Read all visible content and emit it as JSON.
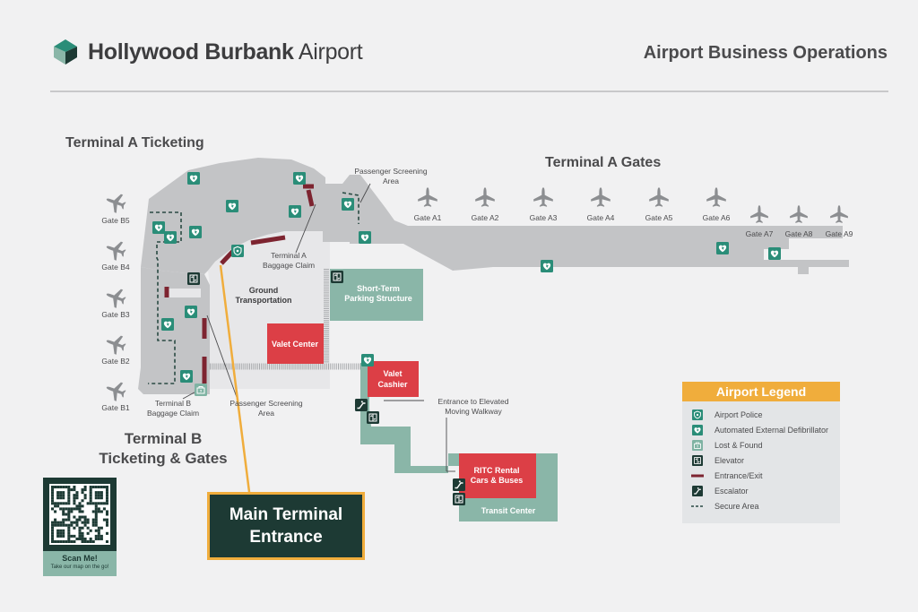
{
  "header": {
    "logo_name_bold": "Hollywood Burbank",
    "logo_name_light": "Airport",
    "title": "Airport Business Operations"
  },
  "map": {
    "terminal_a_ticketing": "Terminal A Ticketing",
    "terminal_a_gates": "Terminal A Gates",
    "terminal_b_line1": "Terminal B",
    "terminal_b_line2": "Ticketing & Gates",
    "gates_a": [
      "Gate A1",
      "Gate A2",
      "Gate A3",
      "Gate A4",
      "Gate A5",
      "Gate A6",
      "Gate A7",
      "Gate A8",
      "Gate A9"
    ],
    "gates_b": [
      "Gate B5",
      "Gate B4",
      "Gate B3",
      "Gate B2",
      "Gate B1"
    ],
    "screening_a_line1": "Passenger Screening",
    "screening_a_line2": "Area",
    "baggage_a_line1": "Terminal A",
    "baggage_a_line2": "Baggage Claim",
    "ground_line1": "Ground",
    "ground_line2": "Transportation",
    "parking_line1": "Short-Term",
    "parking_line2": "Parking Structure",
    "valet_center": "Valet Center",
    "valet_cashier_line1": "Valet",
    "valet_cashier_line2": "Cashier",
    "walkway_line1": "Entrance to Elevated",
    "walkway_line2": "Moving Walkway",
    "baggage_b_line1": "Terminal B",
    "baggage_b_line2": "Baggage Claim",
    "screening_b_line1": "Passenger Screening",
    "screening_b_line2": "Area",
    "ritc_line1": "RITC Rental",
    "ritc_line2": "Cars & Buses",
    "transit_center": "Transit Center",
    "main_entrance_line1": "Main Terminal",
    "main_entrance_line2": "Entrance"
  },
  "legend": {
    "title": "Airport Legend",
    "items": [
      {
        "label": "Airport Police",
        "icon": "police-badge-icon"
      },
      {
        "label": "Automated External Defibrillator",
        "icon": "aed-heart-icon"
      },
      {
        "label": "Lost & Found",
        "icon": "lost-found-icon"
      },
      {
        "label": "Elevator",
        "icon": "elevator-icon"
      },
      {
        "label": "Entrance/Exit",
        "icon": "entrance-line-icon"
      },
      {
        "label": "Escalator",
        "icon": "escalator-icon"
      },
      {
        "label": "Secure Area",
        "icon": "secure-dashed-icon"
      }
    ]
  },
  "qr": {
    "title": "Scan Me!",
    "subtitle": "Take our map on the go!"
  },
  "colors": {
    "terminal": "#c3c4c6",
    "ground_area": "#e7e7e9",
    "green": "#8ab6a8",
    "teal_icon": "#2a8d78",
    "red": "#dc3f46",
    "dark_green": "#1d3a34",
    "accent_orange": "#f0ad3c",
    "entrance": "#7d2430"
  }
}
